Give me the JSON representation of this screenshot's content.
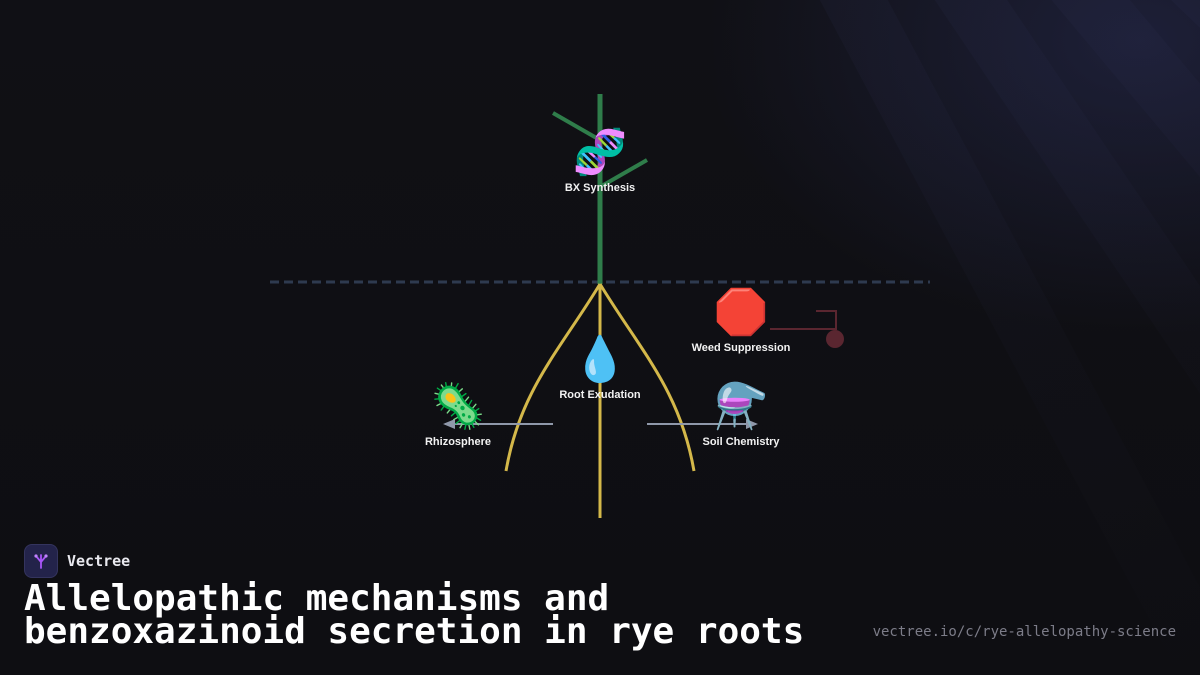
{
  "brand": {
    "name": "Vectree",
    "logo_icon": "branching-tree-icon",
    "logo_color": "#a855f7"
  },
  "title": {
    "line1": "Allelopathic mechanisms and",
    "line2": "benzoxazinoid secretion in rye roots"
  },
  "url": "vectree.io/c/rye-allelopathy-science",
  "colors": {
    "stem": "#2f7d4a",
    "roots": "#d4b84a",
    "soil_line": "#2e3a4f",
    "arrows": "#8f98aa",
    "suppression": "#5a2630",
    "background": "#0f0f13"
  },
  "nodes": {
    "bx_synthesis": {
      "icon": "dna-icon",
      "glyph": "🧬",
      "label": "BX Synthesis"
    },
    "root_exudation": {
      "icon": "droplet-icon",
      "glyph": "💧",
      "label": "Root Exudation"
    },
    "weed_suppression": {
      "icon": "stop-sign-icon",
      "glyph": "🛑",
      "label": "Weed Suppression"
    },
    "rhizosphere": {
      "icon": "microbe-icon",
      "glyph": "🦠",
      "label": "Rhizosphere"
    },
    "soil_chemistry": {
      "icon": "flask-icon",
      "glyph": "⚗️",
      "label": "Soil Chemistry"
    }
  }
}
